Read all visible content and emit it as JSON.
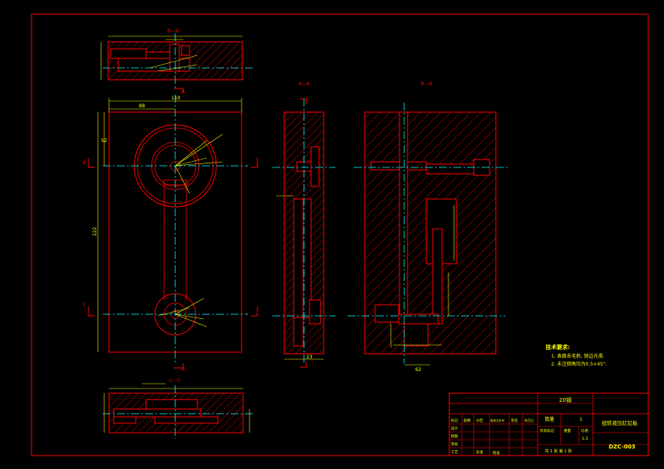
{
  "colors": {
    "background": "#000000",
    "border": "#ff0000",
    "outline": "#ff0000",
    "hatch": "#ff0000",
    "dimension": "#ffff00",
    "center_line": "#00ffff",
    "text": "#ffff00"
  },
  "labels": {
    "view_bb_top": "B—B",
    "view_aa_side": "A—A",
    "view_bb_right": "B—B",
    "view_cc_bottom": "C—C",
    "sec_a": "A",
    "sec_b": "B",
    "sec_c": "C"
  },
  "dims": {
    "overall_width": "110",
    "inner_width": "88",
    "height_total": "222",
    "top_offset": "52",
    "side_width": "23",
    "bottom_dim": "62"
  },
  "tech_requirements": {
    "title": "技术要求:",
    "line1": "1. 表面去毛刺, 锐边光滑.",
    "line2": "2. 未注倒角均为0.5×45°."
  },
  "title_block": {
    "material": "20钢",
    "quantity_label": "数量",
    "quantity_value": "1",
    "part_name": "扭转液压缸缸板",
    "drawing_no": "DZC-003",
    "scale": "1:1",
    "sheet": "共 1 张  第 1 张",
    "row_labels": [
      "标记",
      "设计",
      "制图",
      "审核",
      "工艺",
      "标准"
    ],
    "col_labels": [
      "处数",
      "分区",
      "更改文件号",
      "签名",
      "年月日"
    ],
    "stage_label": "阶段标记",
    "weight_label": "重量",
    "ratio_label": "比例",
    "approve_label": "批准"
  }
}
